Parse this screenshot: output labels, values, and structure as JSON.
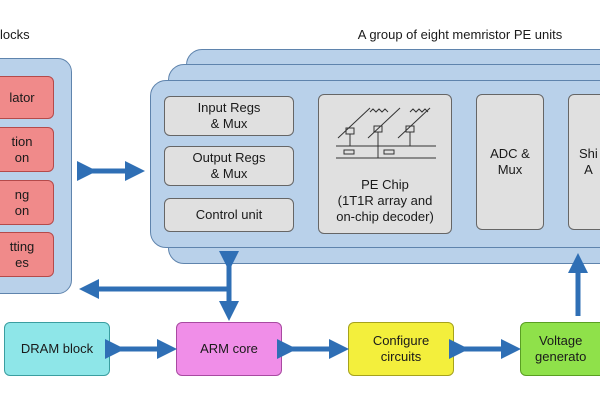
{
  "header": {
    "left_title": "locks",
    "right_title": "A group of eight memristor PE units"
  },
  "left_panel": {
    "items": [
      "lator",
      "tion\non",
      "ng\non",
      "tting\nes"
    ]
  },
  "pe_unit": {
    "input_regs": "Input Regs\n& Mux",
    "output_regs": "Output Regs\n& Mux",
    "control_unit": "Control unit",
    "pe_chip": "PE Chip\n(1T1R array and\non-chip decoder)",
    "adc_mux": "ADC &\nMux",
    "shift_add": "Shi\nA"
  },
  "bottom_row": {
    "dram": "DRAM block",
    "arm": "ARM core",
    "configure": "Configure\ncircuits",
    "voltage": "Voltage\ngenerato"
  },
  "colors": {
    "panel_fill": "#b9d1ea",
    "arrow": "#2f6fb5",
    "dram": "#8ee6e8",
    "arm": "#f08ee8",
    "configure": "#f3ef3c",
    "voltage": "#8fe14a",
    "red_block": "#f08a8a"
  }
}
